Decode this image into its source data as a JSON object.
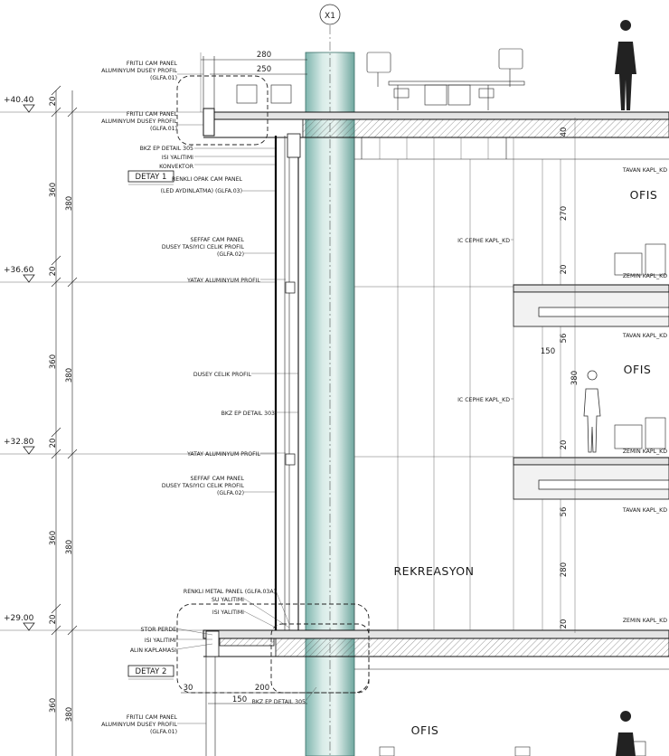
{
  "axis_tag": "X1",
  "levels": [
    "+40.40",
    "+36.60",
    "+32.80",
    "+29.00"
  ],
  "dims_left_small": [
    "20",
    "20",
    "20",
    "20"
  ],
  "dims_left_outer": [
    "360",
    "360",
    "360",
    "360"
  ],
  "dims_left_inner": [
    "380",
    "380",
    "380",
    "380"
  ],
  "dims_top": [
    "280",
    "250"
  ],
  "dims_bottom": [
    "30",
    "200",
    "150"
  ],
  "dims_right": [
    "40",
    "270",
    "20",
    "56",
    "150",
    "380",
    "20",
    "56",
    "280",
    "20"
  ],
  "rooms": {
    "ofis": "OFIS",
    "rekreasyon": "REKREASYON"
  },
  "details": {
    "d1": "DETAY 1",
    "d2": "DETAY 2"
  },
  "labels": {
    "fritli_1a": "FRITLI CAM PANEL",
    "fritli_1b": "ALUMINYUM DUSEY PROFIL",
    "fritli_1c": "(GLFA.01)",
    "fritli_2a": "FRITLI CAM PANEL",
    "fritli_2b": "ALUMINYUM DUSEY PROFIL",
    "fritli_2c": "(GLFA.01)",
    "bkz_305_top": "BKZ EP DETAIL 305",
    "isi_top": "ISI YALITIMI",
    "konvektor": "KONVEKTOR",
    "renkli_opak_a": "RENKLI OPAK CAM PANEL",
    "renkli_opak_b": "(LED AYDINLATMA) (GLFA.03)",
    "seffaf_1a": "SEFFAF CAM PANEL",
    "seffaf_1b": "DUSEY TASIYICI CELIK PROFIL",
    "seffaf_1c": "(GLFA.02)",
    "yatay_1": "YATAY ALUMINYUM PROFIL",
    "dusey_celik": "DUSEY CELIK PROFIL",
    "bkz_303": "BKZ EP DETAIL 303",
    "yatay_2": "YATAY ALUMINYUM PROFIL",
    "seffaf_2a": "SEFFAF CAM PANEL",
    "seffaf_2b": "DUSEY TASIYICI CELIK PROFIL",
    "seffaf_2c": "(GLFA.02)",
    "renkli_metal": "RENKLI METAL PANEL (GLFA.03A)",
    "su_yalitimi": "SU YALITIMI",
    "isi_mid": "ISI YALITIMI",
    "stor_perde": "STOR PERDE",
    "isi_bot": "ISI YALITIMI",
    "alin": "ALIN KAPLAMASI",
    "bkz_305_bot": "BKZ EP DETAIL 305",
    "fritli_3a": "FRITLI CAM PANEL",
    "fritli_3b": "ALUMINYUM DUSEY PROFIL",
    "fritli_3c": "(GLFA.01)",
    "tavan_1": "TAVAN KAPL_KD",
    "zemin_1": "ZEMIN KAPL_KD",
    "tavan_2": "TAVAN KAPL_KD",
    "zemin_2": "ZEMIN KAPL_KD",
    "tavan_3": "TAVAN KAPL_KD",
    "zemin_3": "ZEMIN KAPL_KD",
    "ic_cephe_1": "IC CEPHE KAPL_KD",
    "ic_cephe_2": "IC CEPHE KAPL_KD"
  }
}
